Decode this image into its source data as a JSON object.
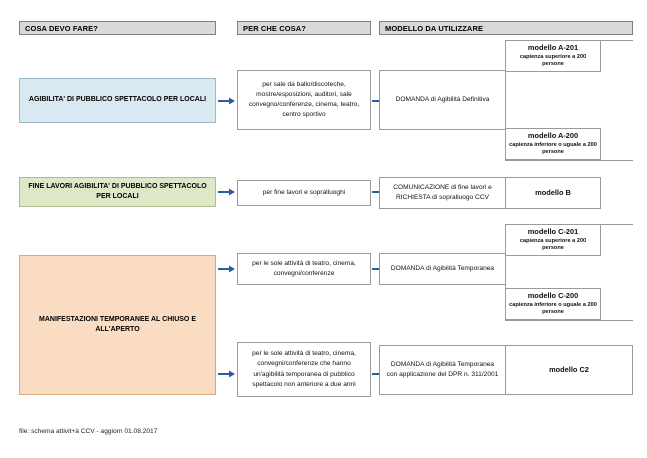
{
  "document": {
    "title": "schema attività CCV",
    "footer": "file: schema attivit+à CCV - aggiorn 01.08.2017"
  },
  "colors": {
    "header_fill": "#d9d9d9",
    "header_border": "#808080",
    "blue_fill": "#d9e9f2",
    "green_fill": "#dde8c8",
    "orange_fill": "#fadcc3",
    "box_border": "#9a9a9a",
    "arrow": "#2e5b9a"
  },
  "headers": [
    {
      "label": "COSA DEVO FARE?"
    },
    {
      "label": "PER CHE COSA?"
    },
    {
      "label": "MODELLO DA UTILIZZARE"
    }
  ],
  "rows": [
    {
      "id": "agibilita-locali",
      "category": "AGIBILITA' DI PUBBLICO SPETTACOLO PER LOCALI",
      "reason": "per sale da ballo/discoteche, mostre/esposizioni, auditori, sale convegno/conferenze, cinema, teatro, centro sportivo",
      "model_request": "DOMANDA di Agibilità Definitiva",
      "models": [
        {
          "title": "modello A-201",
          "subtitle": "capienza superiore a 200 persone"
        },
        {
          "title": "modello A-200",
          "subtitle": "capienza inferiore o uguale a 200 persone"
        }
      ]
    },
    {
      "id": "fine-lavori",
      "category": "FINE LAVORI AGIBILITA' DI PUBBLICO SPETTACOLO PER LOCALI",
      "reason": "per fine lavori e sopralluoghi",
      "model_request": "COMUNICAZIONE di fine lavori e RICHIESTA di sopralluogo CCV",
      "models": [
        {
          "title": "modello B",
          "subtitle": ""
        }
      ]
    },
    {
      "id": "manifestazioni-temporanee",
      "category": "MANIFESTAZIONI TEMPORANEE AL CHIUSO E ALL'APERTO",
      "branches": [
        {
          "reason": "per le sole attività di teatro, cinema, convegni/conferenze",
          "model_request": "DOMANDA di Agibilità Temporanea",
          "models": [
            {
              "title": "modello C-201",
              "subtitle": "capienza superiore a 200 persone"
            },
            {
              "title": "modello C-200",
              "subtitle": "capienza inferiore o uguale a 200 persone"
            }
          ]
        },
        {
          "reason": "per le sole attività di teatro, cinema, convegni/conferenze che hanno un'agibilità temporanea di pubblico spettacolo non anteriore a due anni",
          "model_request": "DOMANDA di Agibilità Temporanea con applicazione del DPR n. 311/2001",
          "models": [
            {
              "title": "modello C2",
              "subtitle": ""
            }
          ]
        }
      ]
    }
  ]
}
